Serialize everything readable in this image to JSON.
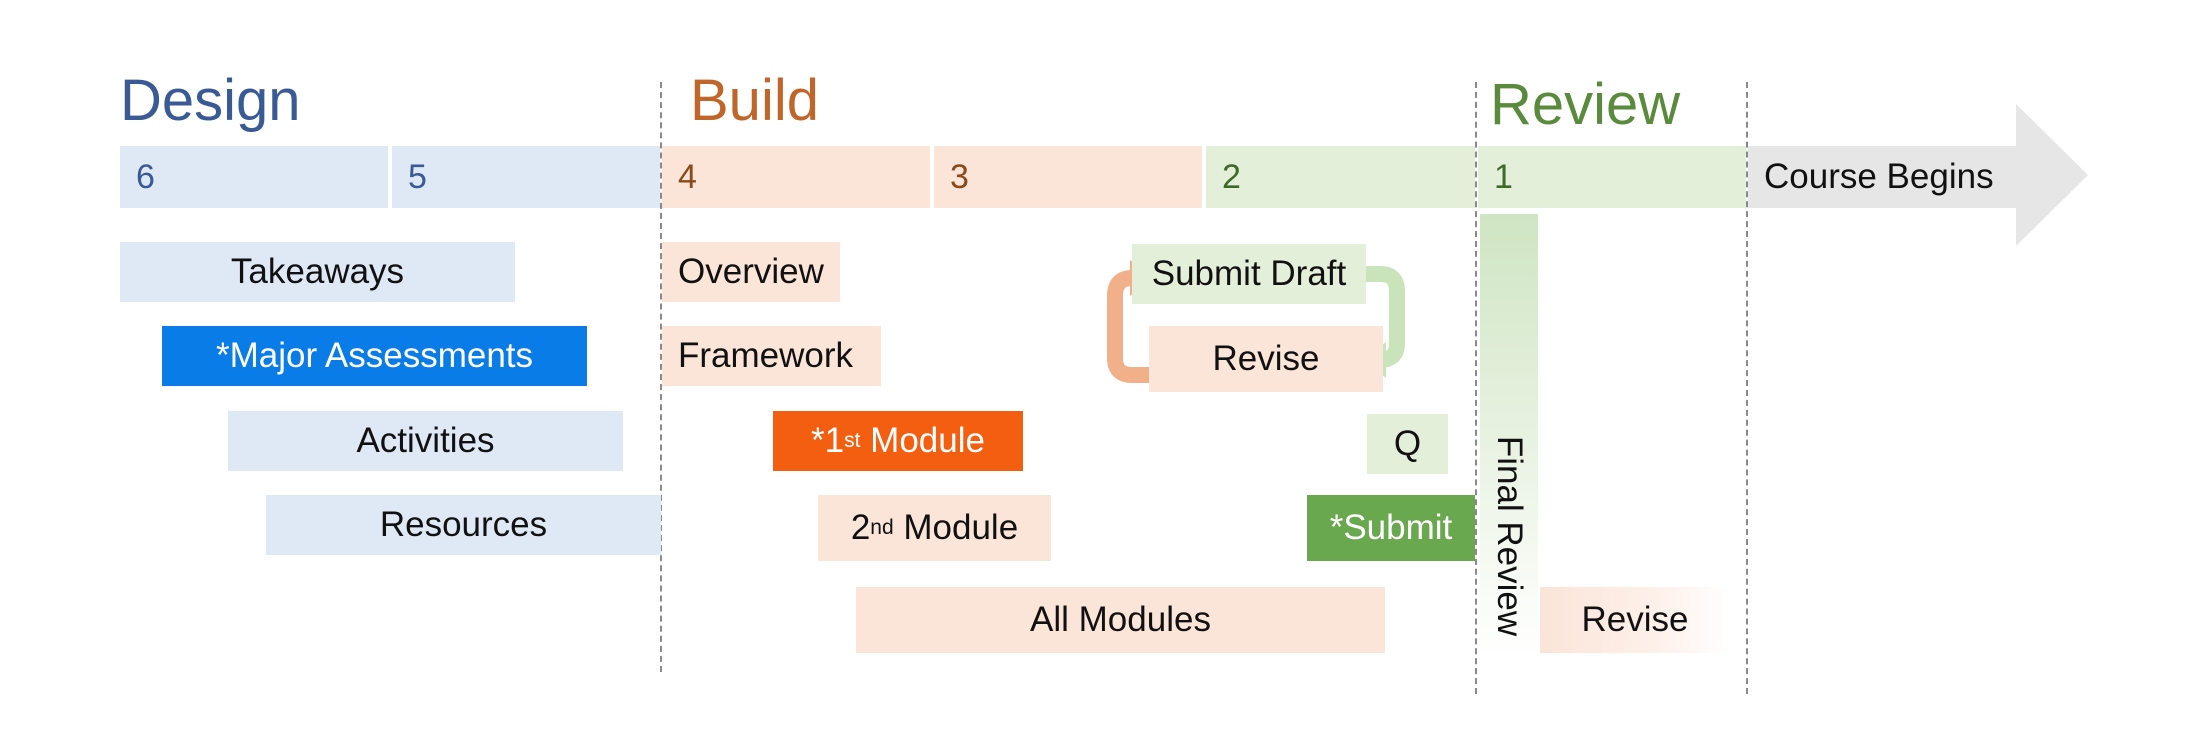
{
  "phases": {
    "design": "Design",
    "build": "Build",
    "review": "Review"
  },
  "weeks": [
    "6",
    "5",
    "4",
    "3",
    "2",
    "1"
  ],
  "course_begins": "Course Begins",
  "design_items": {
    "takeaways": "Takeaways",
    "major_assessments": "*Major Assessments",
    "activities": "Activities",
    "resources": "Resources"
  },
  "build_items": {
    "overview": "Overview",
    "framework": "Framework",
    "first_module_prefix": "*1",
    "first_module_sup": "st",
    "first_module_suffix": " Module",
    "second_module_prefix": "2",
    "second_module_sup": "nd",
    "second_module_suffix": " Module",
    "all_modules": "All Modules",
    "submit_draft": "Submit Draft",
    "revise": "Revise",
    "q": "Q",
    "submit": "*Submit"
  },
  "review_items": {
    "final_review": "Final Review",
    "revise": "Revise"
  },
  "colors": {
    "design": "#3a5a95",
    "build": "#c0662a",
    "review": "#5a8a3c",
    "highlight_blue": "#0a7ce8",
    "highlight_orange": "#f35e10",
    "highlight_green": "#6aa84f"
  }
}
